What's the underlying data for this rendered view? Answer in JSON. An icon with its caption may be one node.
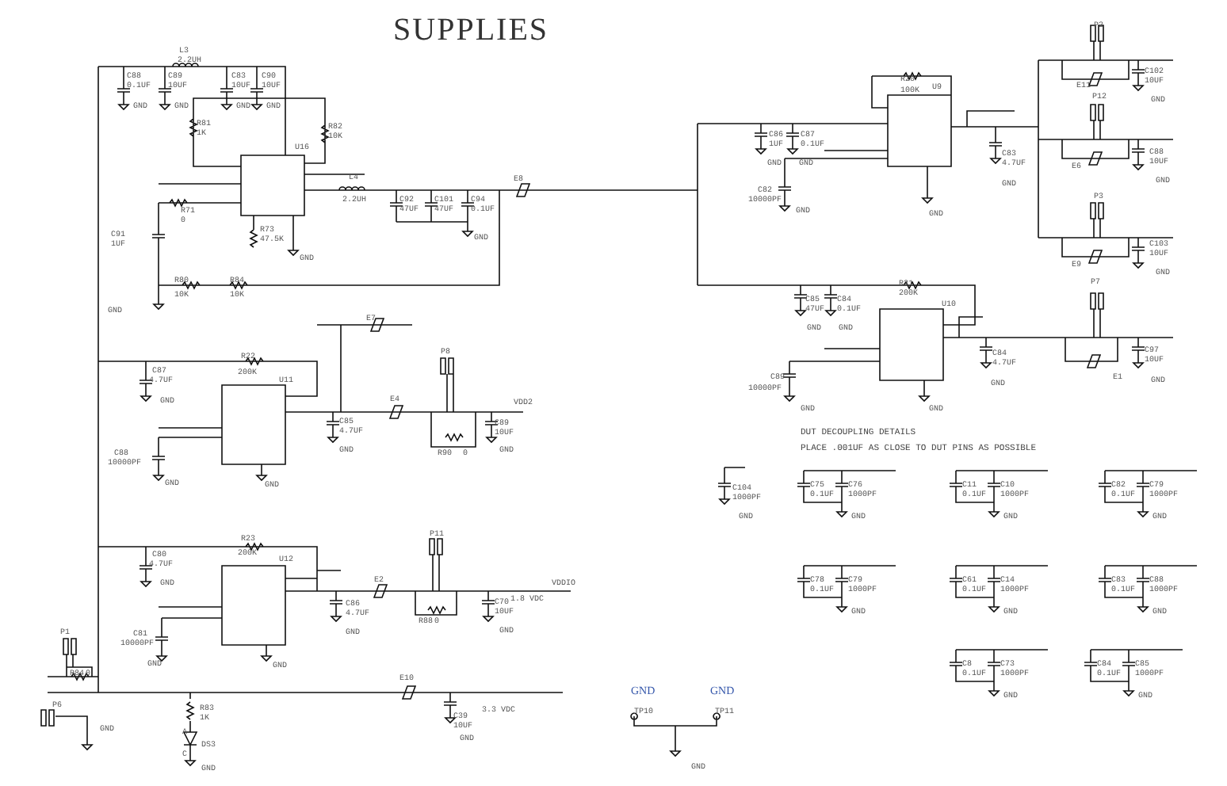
{
  "diagram": {
    "title": "SUPPLIES",
    "labels": [
      "C88",
      "0.1UF",
      "GND",
      "L3",
      "2.2UH",
      "C89",
      "10UF",
      "GND",
      "C83",
      "10UF",
      "GND",
      "C90",
      "10UF",
      "GND",
      "R81",
      "1K",
      "R82",
      "10K",
      "U16",
      "L4",
      "2.2UH",
      "C92",
      "47UF",
      "C101",
      "47UF",
      "C94",
      "0.1UF",
      "GND",
      "E8",
      "R71",
      "0",
      "R73",
      "47.5K",
      "GND",
      "C91",
      "1UF",
      "R80",
      "10K",
      "R84",
      "10K",
      "GND",
      "E7",
      "C87",
      "4.7UF",
      "R22",
      "200K",
      "GND",
      "U11",
      "C85",
      "4.7UF",
      "GND",
      "E4",
      "P8",
      "R90",
      "0",
      "C89",
      "10UF",
      "GND",
      "VDD2",
      "C88",
      "10000PF",
      "GND",
      "GND",
      "C80",
      "4.7UF",
      "R23",
      "200K",
      "GND",
      "U12",
      "C86",
      "4.7UF",
      "GND",
      "E2",
      "P11",
      "R88",
      "0",
      "C70",
      "10UF",
      "1.8 VDC",
      "VDDIO",
      "GND",
      "C81",
      "10000PF",
      "GND",
      "GND",
      "P1",
      "R84",
      "0",
      "P6",
      "GND",
      "R83",
      "1K",
      "DS3",
      "A",
      "C",
      "GND",
      "E10",
      "C39",
      "10UF",
      "3.3 VDC",
      "GND",
      "R20",
      "100K",
      "U9",
      "C86",
      "1UF",
      "GND",
      "C87",
      "0.1UF",
      "GND",
      "C82",
      "10000PF",
      "GND",
      "GND",
      "C83",
      "4.7UF",
      "GND",
      "P2",
      "E11",
      "C102",
      "10UF",
      "GND",
      "P12",
      "E6",
      "C88",
      "10UF",
      "GND",
      "P3",
      "E9",
      "C103",
      "10UF",
      "GND",
      "R21",
      "200K",
      "U10",
      "C85",
      "47UF",
      "GND",
      "C84",
      "0.1UF",
      "GND",
      "C89",
      "10000PF",
      "GND",
      "GND",
      "C84",
      "4.7UF",
      "GND",
      "P7",
      "E1",
      "C97",
      "10UF",
      "GND",
      "DUT DECOUPLING DETAILS",
      "PLACE .001UF AS CLOSE TO DUT PINS AS POSSIBLE",
      "C104",
      "1000PF",
      "GND",
      "C75",
      "0.1UF",
      "C76",
      "1000PF",
      "GND",
      "C11",
      "0.1UF",
      "C10",
      "1000PF",
      "GND",
      "C82",
      "0.1UF",
      "C79",
      "1000PF",
      "GND",
      "C78",
      "0.1UF",
      "C79",
      "1000PF",
      "GND",
      "C61",
      "0.1UF",
      "C14",
      "1000PF",
      "GND",
      "C83",
      "0.1UF",
      "C88",
      "1000PF",
      "GND",
      "C8",
      "0.1UF",
      "C73",
      "1000PF",
      "GND",
      "C84",
      "0.1UF",
      "C85",
      "1000PF",
      "GND",
      "GND",
      "GND",
      "TP10",
      "TP11",
      "GND"
    ]
  }
}
